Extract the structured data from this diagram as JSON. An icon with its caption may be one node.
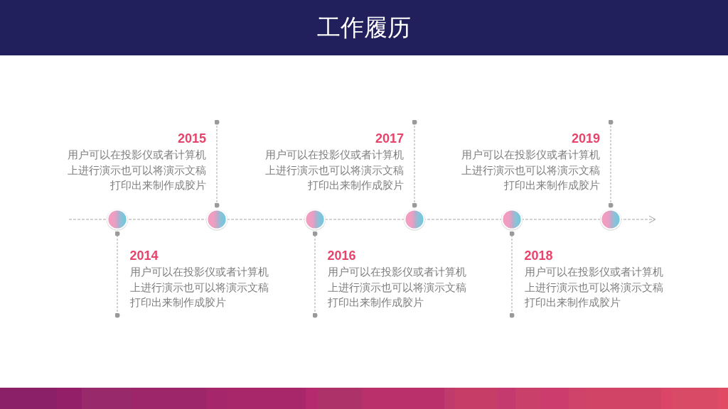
{
  "diagram": {
    "title": "工作履历",
    "nodes": [
      {
        "text": [
          "2015",
          "用户可以在投影仪或者计算机上进行演示也可以将演示文稿打印出来制作成胶片"
        ]
      },
      {
        "text": [
          "2017",
          "用户可以在投影仪或者计算机上进行演示也可以将演示文稿打印出来制作成胶片"
        ]
      },
      {
        "text": [
          "2019",
          "用户可以在投影仪或者计算机上进行演示也可以将演示文稿打印出来制作成胶片"
        ]
      },
      {
        "text": [],
        "shape": "circle"
      },
      {
        "text": [],
        "shape": "circle"
      },
      {
        "text": [],
        "shape": "circle"
      },
      {
        "text": [],
        "shape": "circle"
      },
      {
        "text": [],
        "shape": "circle"
      },
      {
        "text": [],
        "shape": "circle"
      },
      {
        "text": [
          "2014",
          "用户可以在投影仪或者计算机上进行演示也可以将演示文稿打印出来制作成胶片"
        ]
      },
      {
        "text": [
          "2016",
          "用户可以在投影仪或者计算机上进行演示也可以将演示文稿打印出来制作成胶片"
        ]
      },
      {
        "text": [
          "2018",
          "用户可以在投影仪或者计算机上进行演示也可以将演示文稿打印出来制作成胶片"
        ]
      }
    ],
    "edges": [
      {
        "from": 0,
        "to": 4,
        "arrow": "other",
        "style": "dashed"
      },
      {
        "from": 1,
        "to": 6,
        "arrow": "other",
        "style": "dashed"
      },
      {
        "from": 2,
        "to": 8,
        "arrow": "other",
        "style": "dashed"
      },
      {
        "from": 9,
        "to": 3,
        "arrow": "other",
        "style": "dashed"
      },
      {
        "from": 10,
        "to": 5,
        "arrow": "other",
        "style": "dashed"
      },
      {
        "from": 11,
        "to": 7,
        "arrow": "other",
        "style": "dashed"
      }
    ]
  }
}
